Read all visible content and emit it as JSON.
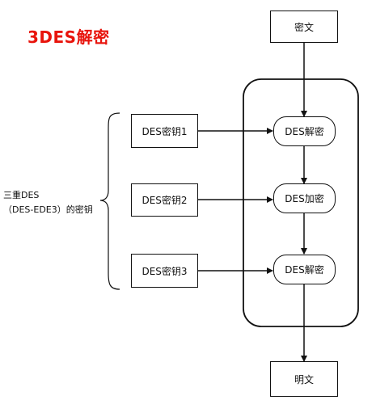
{
  "title": "3DES解密",
  "ciphertext_label": "密文",
  "plaintext_label": "明文",
  "keys": [
    "DES密钥1",
    "DES密钥2",
    "DES密钥3"
  ],
  "operations": [
    "DES解密",
    "DES加密",
    "DES解密"
  ],
  "side_label_line1": "三重DES",
  "side_label_line2": "（DES-EDE3）的密钥",
  "colors": {
    "title": "#e8140c",
    "stroke": "#111111"
  }
}
